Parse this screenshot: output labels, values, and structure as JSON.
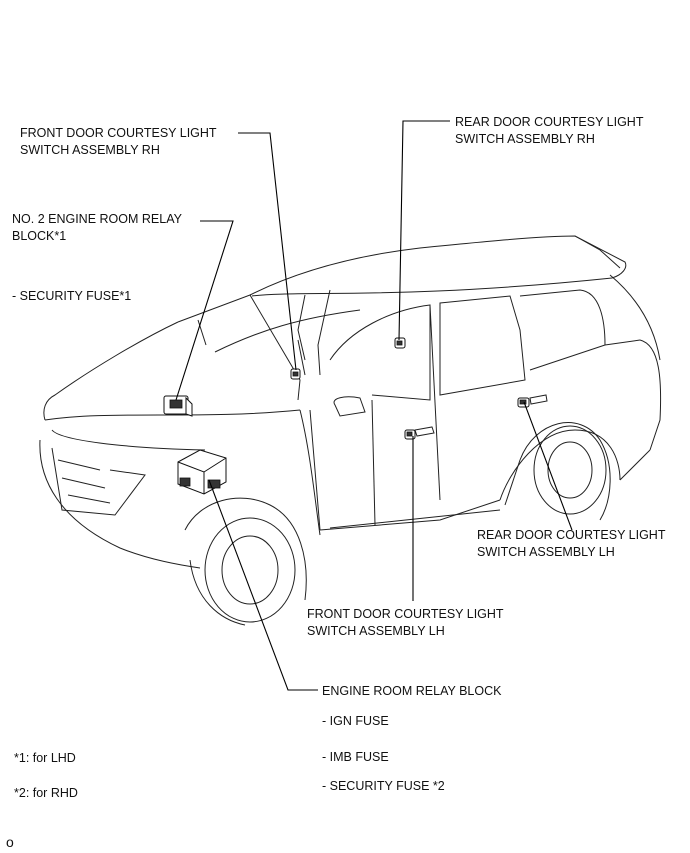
{
  "labels": {
    "front_rh_1": "FRONT DOOR COURTESY LIGHT",
    "front_rh_2": "SWITCH ASSEMBLY RH",
    "rear_rh_1": "REAR DOOR COURTESY LIGHT",
    "rear_rh_2": "SWITCH ASSEMBLY RH",
    "relay2_1": "NO. 2 ENGINE ROOM RELAY",
    "relay2_2": "BLOCK*1",
    "security_fuse1": "- SECURITY FUSE*1",
    "rear_lh_1": "REAR DOOR COURTESY LIGHT",
    "rear_lh_2": "SWITCH ASSEMBLY LH",
    "front_lh_1": "FRONT DOOR COURTESY LIGHT",
    "front_lh_2": "SWITCH ASSEMBLY LH",
    "engine_relay": "ENGINE ROOM RELAY BLOCK",
    "ign_fuse": "- IGN FUSE",
    "imb_fuse": "- IMB FUSE",
    "security_fuse2": "- SECURITY FUSE *2",
    "note_lhd": "*1: for LHD",
    "note_rhd": "*2: for RHD",
    "corner_mark": "o"
  }
}
